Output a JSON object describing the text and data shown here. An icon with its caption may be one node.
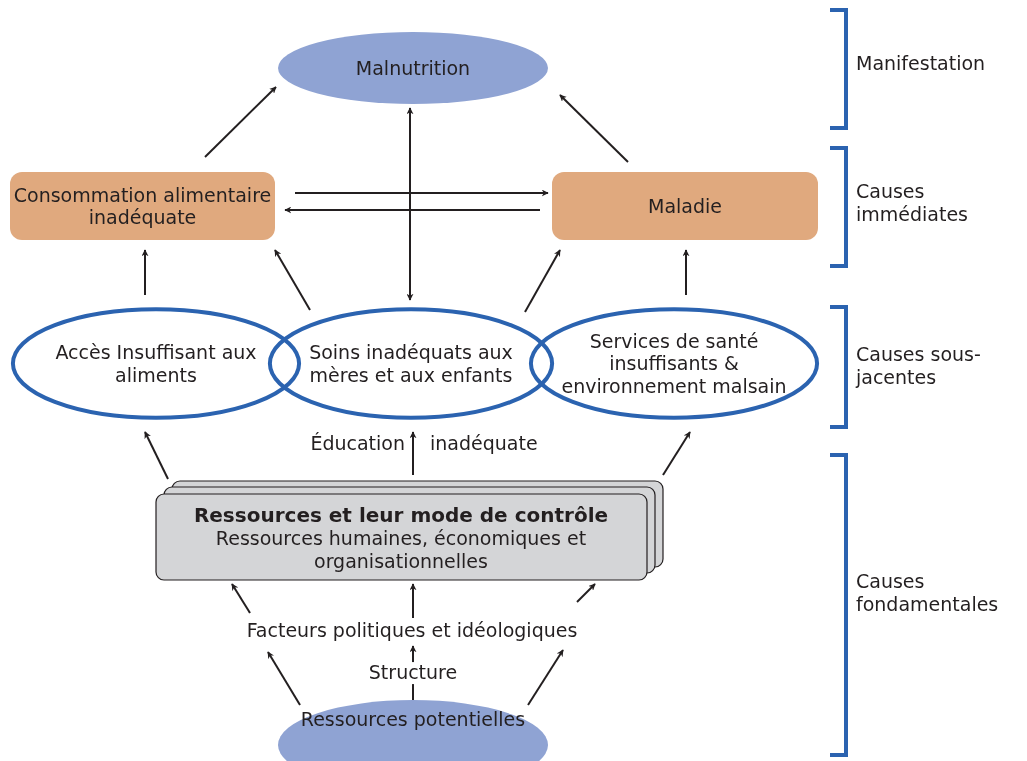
{
  "diagram": {
    "nodes": [
      {
        "text": [
          "Malnutrition"
        ]
      },
      {
        "text": [
          "Consommation alimentaire inadéquate"
        ]
      },
      {
        "text": [
          "Maladie"
        ]
      },
      {
        "text": [
          "Accès Insuffisant aux aliments"
        ]
      },
      {
        "text": [
          "Soins inadéquats aux mères et aux enfants"
        ]
      },
      {
        "text": [
          "Services de santé insuffisants & environnement malsain"
        ]
      },
      {
        "text": [
          "Ressources et leur mode de contrôle",
          "Ressources humaines, économiques et organisationnelles"
        ]
      },
      {
        "text": [
          "Ressources potentielles"
        ]
      },
      {
        "text": [
          "Facteurs politiques et idéologiques"
        ]
      }
    ],
    "edges": [
      {
        "from": 1,
        "to": 0,
        "arrow": "to"
      },
      {
        "from": 2,
        "to": 0,
        "arrow": "to"
      },
      {
        "from": 1,
        "to": 2,
        "arrow": "to"
      },
      {
        "from": 2,
        "to": 1,
        "arrow": "to"
      },
      {
        "from": 0,
        "to": 4,
        "arrow": "both"
      },
      {
        "from": 3,
        "to": 1,
        "arrow": "to"
      },
      {
        "from": 4,
        "to": 1,
        "arrow": "to"
      },
      {
        "from": 4,
        "to": 2,
        "arrow": "to"
      },
      {
        "from": 5,
        "to": 2,
        "arrow": "to"
      },
      {
        "from": 6,
        "to": 3,
        "arrow": "to"
      },
      {
        "from": 6,
        "to": 4,
        "arrow": "to"
      },
      {
        "from": 6,
        "to": 5,
        "arrow": "to"
      },
      {
        "from": 8,
        "to": 6,
        "arrow": "to"
      },
      {
        "from": 8,
        "to": 6,
        "arrow": "to"
      },
      {
        "from": 8,
        "to": 6,
        "arrow": "to"
      },
      {
        "from": 7,
        "to": 8,
        "arrow": "to"
      },
      {
        "from": 7,
        "to": 8,
        "arrow": "to",
        "label": "Structure"
      },
      {
        "from": 7,
        "to": 8,
        "arrow": "to"
      }
    ],
    "labels": [
      "Manifestation",
      "Causes immédiates",
      "Causes sous-jacentes",
      "Éducation",
      "inadéquate",
      "Causes fondamentales"
    ]
  }
}
